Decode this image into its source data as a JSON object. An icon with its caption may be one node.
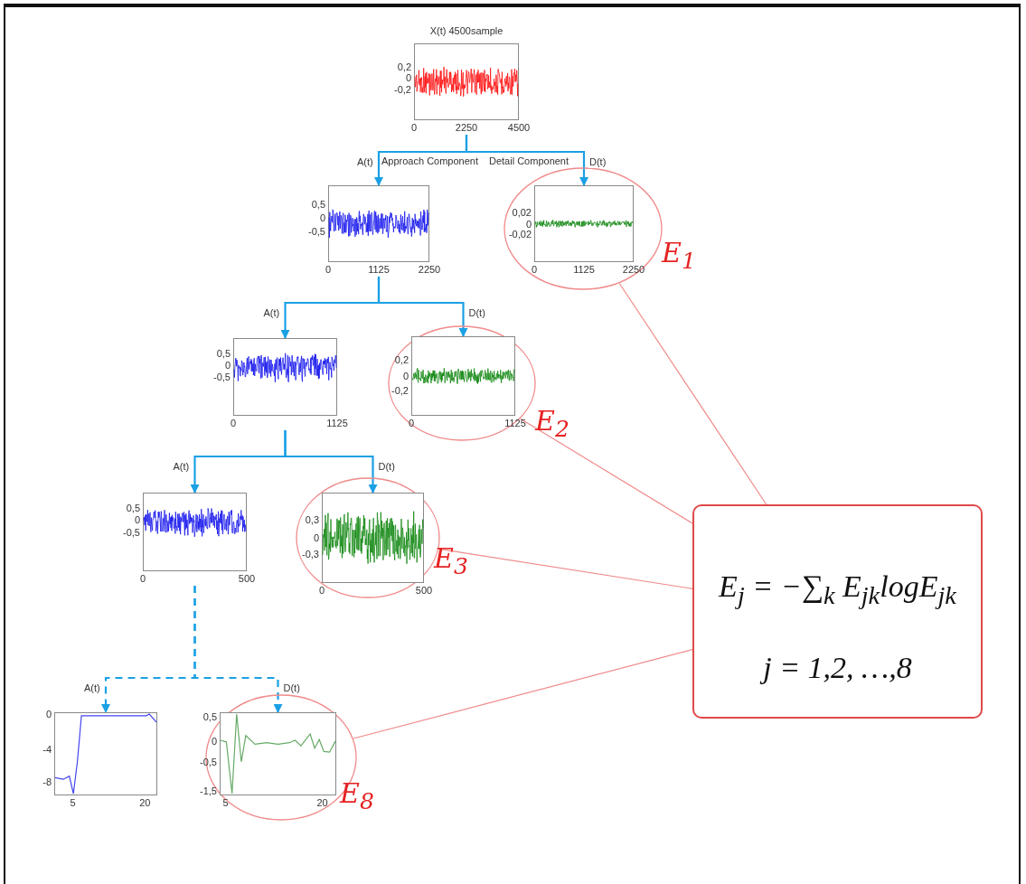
{
  "diagram": {
    "nodes": [
      {
        "text": [
          "X(t) 4500sample"
        ],
        "beside": [
          "0,2",
          "0",
          "-0,2",
          "0",
          "2250",
          "4500"
        ]
      },
      {
        "text": [],
        "shape": "chart",
        "beside": [
          "0,5",
          "0",
          "-0,5",
          "0",
          "1125",
          "2250"
        ]
      },
      {
        "text": [],
        "shape": "ellipse",
        "beside": [
          "E$_{1}$"
        ]
      },
      {
        "text": [],
        "shape": "chart",
        "in": 2,
        "beside": [
          "0,02",
          "0",
          "-0,02",
          "0",
          "1125",
          "2250"
        ]
      },
      {
        "text": [],
        "shape": "chart",
        "beside": [
          "0,5",
          "0",
          "-0,5",
          "0",
          "1125"
        ]
      },
      {
        "text": [],
        "shape": "ellipse",
        "beside": [
          "E$_{2}$"
        ]
      },
      {
        "text": [],
        "shape": "chart",
        "in": 5,
        "beside": [
          "0,2",
          "0",
          "-0,2",
          "0",
          "1125"
        ]
      },
      {
        "text": [],
        "shape": "chart",
        "beside": [
          "0,5",
          "0",
          "-0,5",
          "0",
          "500"
        ]
      },
      {
        "text": [],
        "shape": "ellipse",
        "beside": [
          "E$_{3}$"
        ]
      },
      {
        "text": [],
        "shape": "chart",
        "in": 8,
        "beside": [
          "0,3",
          "0",
          "-0,3",
          "0",
          "500"
        ]
      },
      {
        "text": [],
        "shape": "chart",
        "beside": [
          "0",
          "-4",
          "-8",
          "5",
          "20"
        ]
      },
      {
        "text": [],
        "shape": "ellipse",
        "beside": [
          "E$_{8}$"
        ]
      },
      {
        "text": [],
        "shape": "chart",
        "in": 11,
        "beside": [
          "0,5",
          "0",
          "-0,5",
          "-1,5",
          "5",
          "20"
        ]
      },
      {
        "text": [
          "E$_{j}$ = −∑$_{k}$ E$_{jk}$logE$_{jk}$",
          "j = 1,2, …,8"
        ]
      }
    ],
    "edges": [
      {
        "from": 0,
        "to": 1,
        "arrow": "to",
        "label": "A(t)"
      },
      {
        "from": 0,
        "to": 3,
        "arrow": "to",
        "label": "D(t)"
      },
      {
        "from": 1,
        "to": 4,
        "arrow": "to",
        "label": "A(t)"
      },
      {
        "from": 1,
        "to": 6,
        "arrow": "to",
        "label": "D(t)"
      },
      {
        "from": 4,
        "to": 7,
        "arrow": "to",
        "label": "A(t)"
      },
      {
        "from": 4,
        "to": 9,
        "arrow": "to",
        "label": "D(t)"
      },
      {
        "from": 7,
        "to": 10,
        "arrow": "to",
        "label": "A(t)",
        "style": "dashed"
      },
      {
        "from": 7,
        "to": 12,
        "arrow": "to",
        "label": "D(t)",
        "style": "dashed"
      },
      {
        "from": 2,
        "to": 13,
        "arrow": "none",
        "color": "#f08a8a"
      },
      {
        "from": 5,
        "to": 13,
        "arrow": "none",
        "color": "#f08a8a"
      },
      {
        "from": 8,
        "to": 13,
        "arrow": "none",
        "color": "#f08a8a"
      },
      {
        "from": 11,
        "to": 13,
        "arrow": "none",
        "color": "#f08a8a"
      }
    ],
    "labels": [
      "Approach Component",
      "Detail Component"
    ]
  }
}
